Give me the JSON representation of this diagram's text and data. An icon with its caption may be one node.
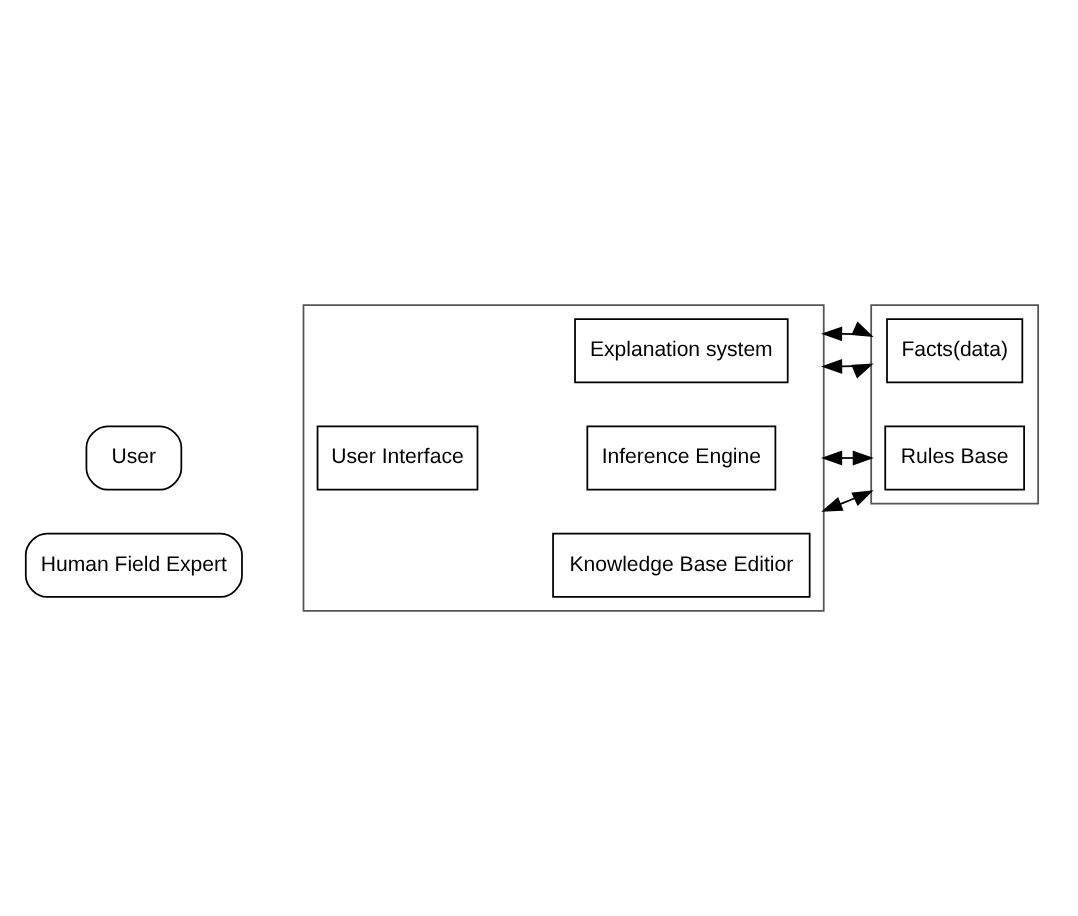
{
  "diagram": {
    "nodes": [
      {
        "text": [
          "User"
        ]
      },
      {
        "text": [],
        "shape": "box"
      },
      {
        "text": [
          "User Interface"
        ],
        "in": 1
      },
      {
        "text": [
          "Explanation system"
        ],
        "in": 1
      },
      {
        "text": [
          "Inference Engine"
        ],
        "in": 1
      },
      {
        "text": [
          "Knowledge Base Editior"
        ],
        "in": 1
      },
      {
        "text": [],
        "shape": "box"
      },
      {
        "text": [
          "Facts(data)"
        ],
        "in": 6
      },
      {
        "text": [
          "Rules Base"
        ],
        "in": 6
      },
      {
        "text": [
          "Human Field Expert"
        ]
      }
    ],
    "edges": [
      {
        "from": 1,
        "to": 6,
        "arrow": "both"
      },
      {
        "from": 1,
        "to": 6,
        "arrow": "both"
      },
      {
        "from": 1,
        "to": 6,
        "arrow": "both"
      },
      {
        "from": 1,
        "to": 6,
        "arrow": "both"
      }
    ]
  }
}
